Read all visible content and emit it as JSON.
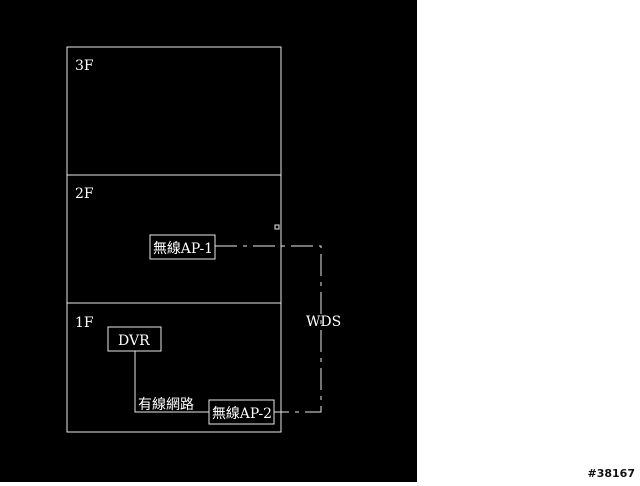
{
  "diagram": {
    "floors": [
      {
        "label": "3F"
      },
      {
        "label": "2F"
      },
      {
        "label": "1F"
      }
    ],
    "devices": {
      "ap1": "無線AP-1",
      "ap2": "無線AP-2",
      "dvr": "DVR"
    },
    "links": {
      "wired": "有線網路",
      "wireless": "WDS"
    },
    "colors": {
      "background": "#000000",
      "lines": "#ffffff"
    }
  },
  "watermark": "#38167"
}
